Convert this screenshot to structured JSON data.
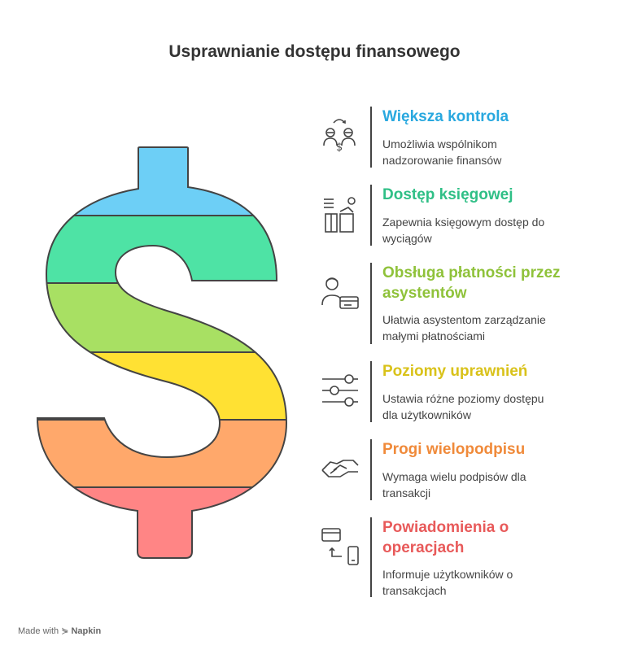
{
  "title": "Usprawnianie dostępu finansowego",
  "colors": {
    "outline": "#444444",
    "bands": [
      "#6dcff6",
      "#4ee3a5",
      "#a8e063",
      "#ffe133",
      "#ffa86b",
      "#ff8585"
    ]
  },
  "items": [
    {
      "icon": "people-exchange-money-icon",
      "title": "Większa kontrola",
      "desc1": "Umożliwia wspólnikom",
      "desc2": "nadzorowanie finansów",
      "color": "#29a8df"
    },
    {
      "icon": "accountant-desk-icon",
      "title": "Dostęp księgowej",
      "desc1": "Zapewnia księgowym dostęp do",
      "desc2": "wyciągów",
      "color": "#2fbf86"
    },
    {
      "icon": "assistant-card-icon",
      "title1": "Obsługa płatności przez",
      "title2": "asystentów",
      "desc1": "Ułatwia asystentom zarządzanie",
      "desc2": "małymi płatnościami",
      "color": "#8fc23a"
    },
    {
      "icon": "sliders-icon",
      "title": "Poziomy uprawnień",
      "desc1": "Ustawia różne poziomy dostępu",
      "desc2": "dla użytkowników",
      "color": "#d9c21a"
    },
    {
      "icon": "handshake-icon",
      "title": "Progi wielopodpisu",
      "desc1": "Wymaga wielu podpisów dla",
      "desc2": "transakcji",
      "color": "#f08a3a"
    },
    {
      "icon": "card-phone-icon",
      "title1": "Powiadomienia o",
      "title2": "operacjach",
      "desc1": "Informuje użytkowników o",
      "desc2": "transakcjach",
      "color": "#e85a5a"
    }
  ],
  "footer": {
    "prefix": "Made with",
    "brand": "Napkin"
  }
}
